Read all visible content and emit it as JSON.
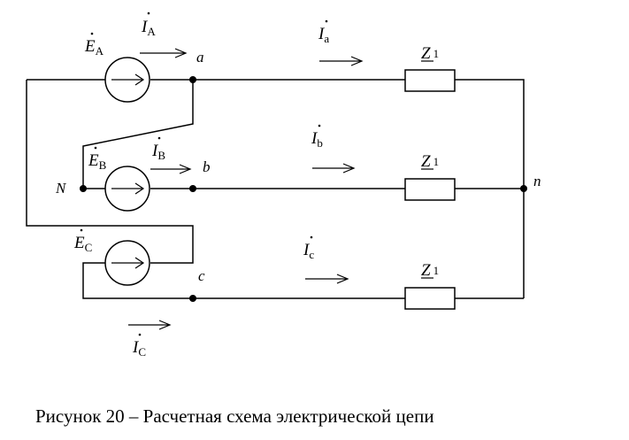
{
  "labels": {
    "EA": {
      "base": "E",
      "sub": "A"
    },
    "EB": {
      "base": "E",
      "sub": "B"
    },
    "EC": {
      "base": "E",
      "sub": "C"
    },
    "IA": {
      "base": "I",
      "sub": "A"
    },
    "IB": {
      "base": "I",
      "sub": "B"
    },
    "IC": {
      "base": "I",
      "sub": "C"
    },
    "Ia": {
      "base": "I",
      "sub": "a"
    },
    "Ib": {
      "base": "I",
      "sub": "b"
    },
    "Ic": {
      "base": "I",
      "sub": "c"
    },
    "Z1a": {
      "base": "Z",
      "sub": "1"
    },
    "Z1b": {
      "base": "Z",
      "sub": "1"
    },
    "Z1c": {
      "base": "Z",
      "sub": "1"
    }
  },
  "nodes": {
    "a": "a",
    "b": "b",
    "c": "c",
    "N": "N",
    "n": "n"
  },
  "caption": "Рисунок 20 – Расчетная схема электрической цепи"
}
